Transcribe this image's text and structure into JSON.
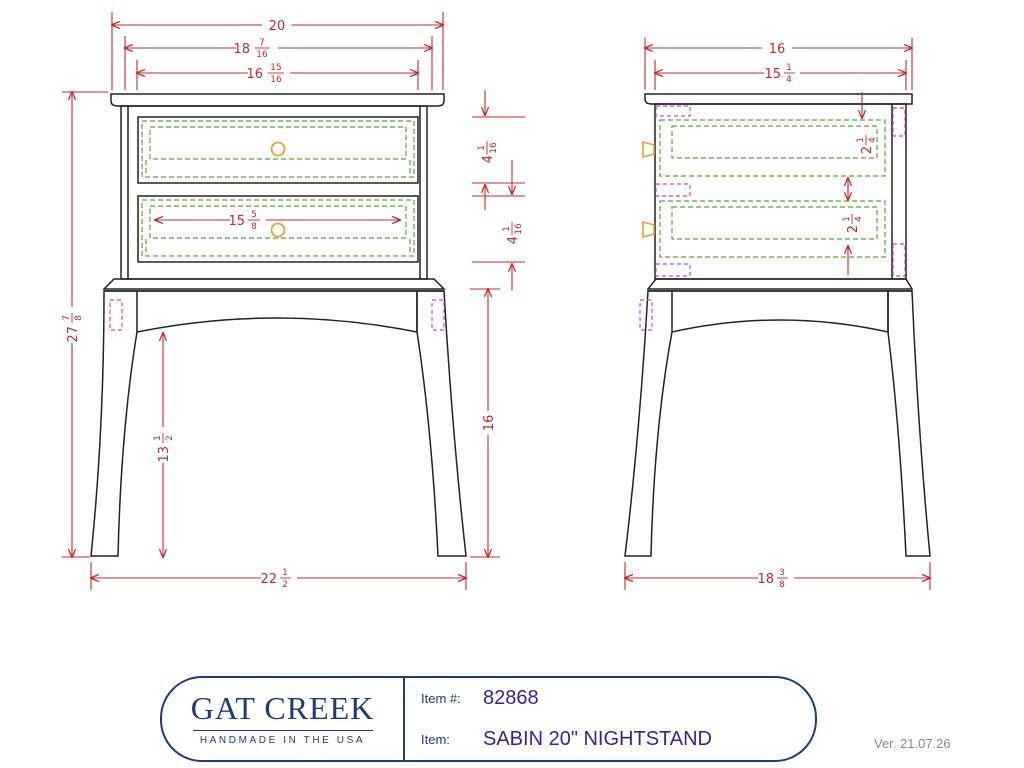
{
  "dimensions": {
    "front_overall_width": {
      "whole": "20"
    },
    "front_top_width": {
      "whole": "18",
      "num": "7",
      "den": "16"
    },
    "front_case_width": {
      "whole": "16",
      "num": "15",
      "den": "16"
    },
    "drawer_inner_width": {
      "whole": "15",
      "num": "5",
      "den": "8"
    },
    "overall_height": {
      "whole": "27",
      "num": "7",
      "den": "8"
    },
    "drawer_height_1": {
      "whole": "4",
      "num": "1",
      "den": "16"
    },
    "drawer_height_2": {
      "whole": "4",
      "num": "1",
      "den": "16"
    },
    "leg_height": {
      "whole": "16"
    },
    "apron_clearance": {
      "whole": "13",
      "num": "1",
      "den": "2"
    },
    "front_base_width": {
      "whole": "22",
      "num": "1",
      "den": "2"
    },
    "side_overall_depth": {
      "whole": "16"
    },
    "side_case_depth": {
      "whole": "15",
      "num": "1",
      "den": "4"
    },
    "side_drawer_depth_1": {
      "whole": "2",
      "num": "1",
      "den": "4"
    },
    "side_drawer_depth_2": {
      "whole": "2",
      "num": "1",
      "den": "4"
    },
    "side_base_depth": {
      "whole": "18",
      "num": "3",
      "den": "8"
    }
  },
  "title_block": {
    "brand": "GAT CREEK",
    "tagline": "HANDMADE IN THE USA",
    "item_number_label": "Item #:",
    "item_number": "82868",
    "item_label": "Item:",
    "item_name": "SABIN 20\" NIGHTSTAND"
  },
  "version": "Ver. 21.07.26",
  "colors": {
    "outline": "#222222",
    "dimension": "#c8272d",
    "hidden_drawer": "#58a832",
    "hidden_joinery": "#d23fd6",
    "knob": "#e8a030",
    "brand": "#1e3c7a",
    "item_text": "#3a1ea0"
  }
}
